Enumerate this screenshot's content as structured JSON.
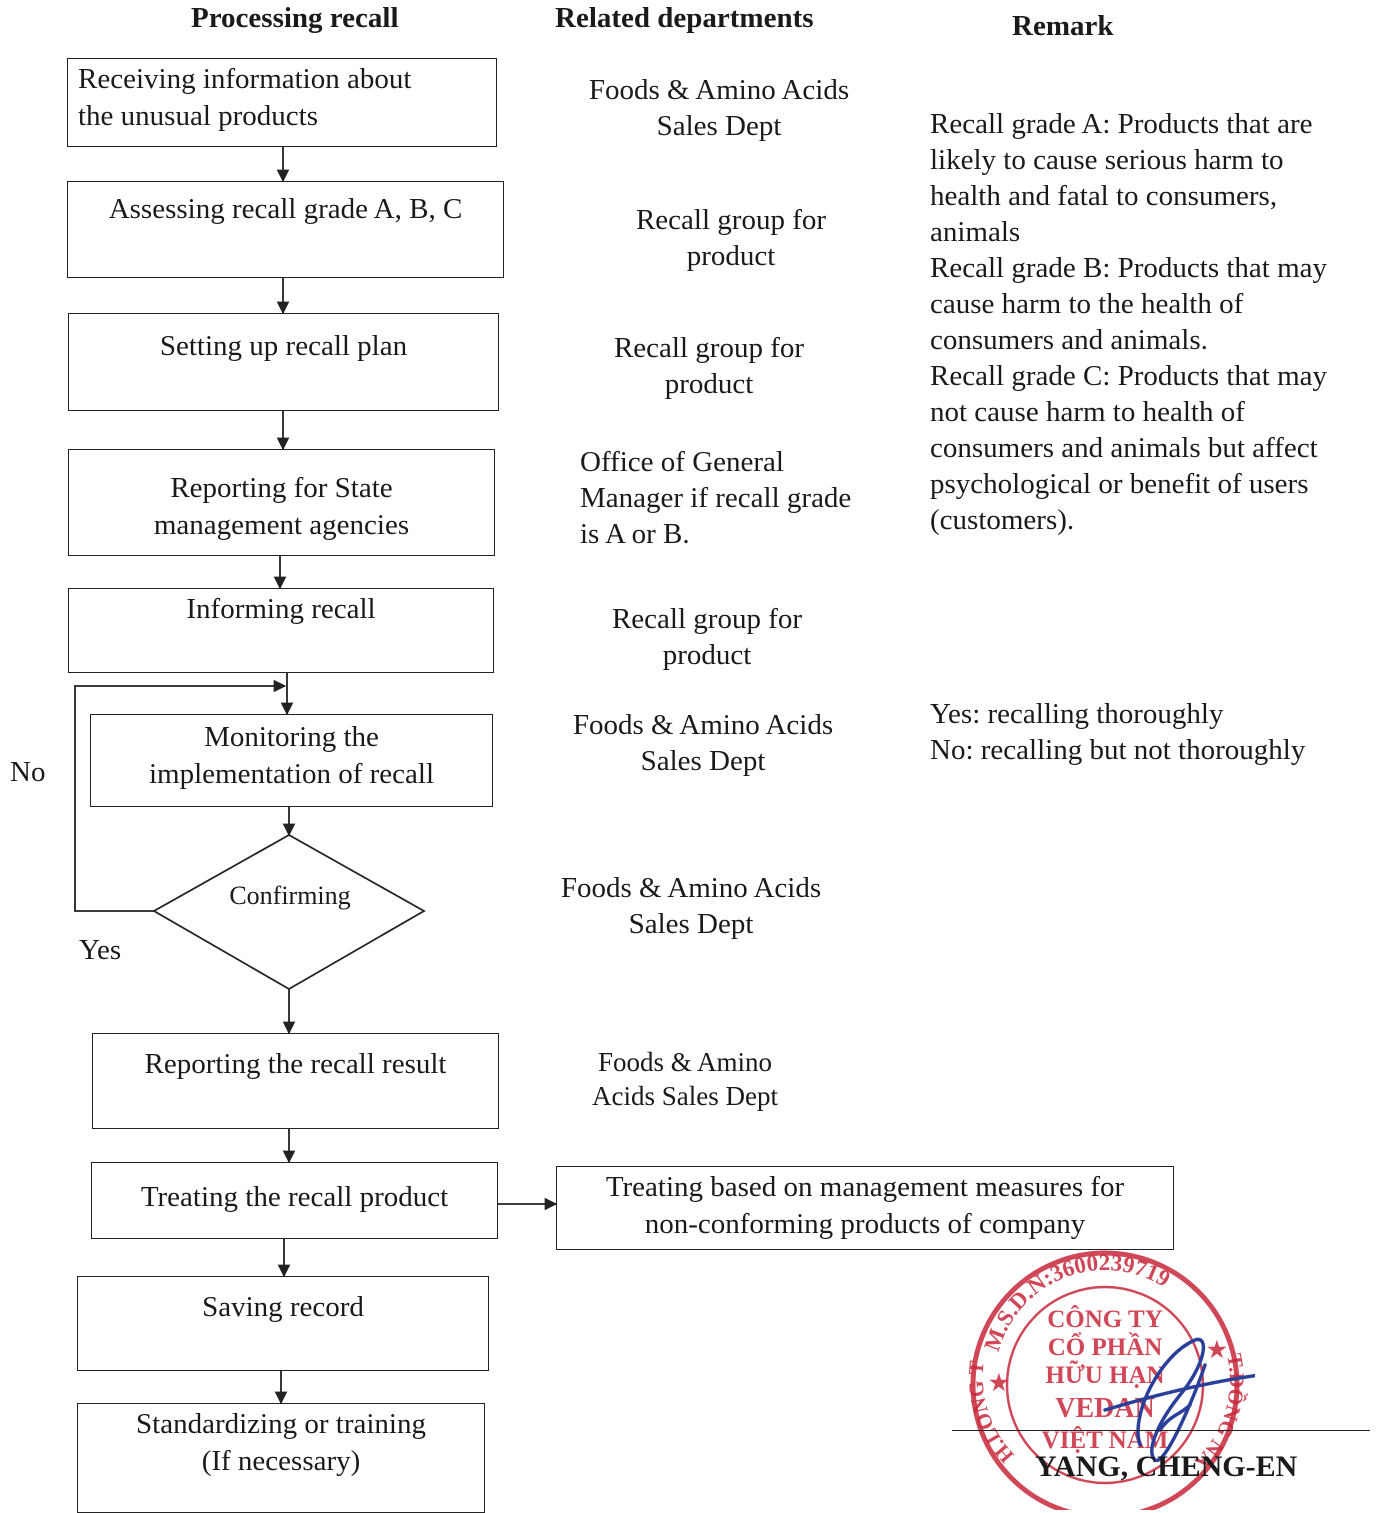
{
  "headers": {
    "process": "Processing recall",
    "departments": "Related departments",
    "remark": "Remark"
  },
  "steps": {
    "receiving": [
      "Receiving information about",
      "the unusual products"
    ],
    "assessing": [
      "Assessing recall grade A, B, C"
    ],
    "planning": [
      "Setting up recall plan"
    ],
    "reporting_state": [
      "Reporting for State",
      "management agencies"
    ],
    "informing": [
      "Informing recall"
    ],
    "monitoring": [
      "Monitoring the",
      "implementation of recall"
    ],
    "confirming": "Confirming",
    "reporting_result": [
      "Reporting the recall result"
    ],
    "treating": [
      "Treating the recall product"
    ],
    "treating_basis": [
      "Treating based on management measures for",
      "non-conforming products of company"
    ],
    "saving": [
      "Saving record"
    ],
    "standardizing": [
      "Standardizing or training",
      "(If necessary)"
    ]
  },
  "branch_labels": {
    "no": "No",
    "yes": "Yes"
  },
  "departments": {
    "d1": [
      "Foods & Amino Acids",
      "Sales Dept"
    ],
    "d2": [
      "Recall group for",
      "product"
    ],
    "d3": [
      "Recall group for",
      "product"
    ],
    "d4": [
      "Office of General",
      "Manager if recall grade",
      "is A or B."
    ],
    "d5": [
      "Recall group for",
      "product"
    ],
    "d6": [
      "Foods & Amino Acids",
      "Sales Dept"
    ],
    "d7": [
      "Foods & Amino Acids",
      "Sales Dept"
    ],
    "d8": [
      "Foods & Amino",
      "Acids Sales Dept"
    ]
  },
  "remarks": {
    "grades": [
      "Recall grade A: Products that are",
      "likely to cause serious harm to",
      "health and fatal to consumers,",
      "animals",
      "Recall grade B: Products that may",
      "cause harm to the health of",
      "consumers and animals.",
      "Recall grade C: Products that may",
      "not cause harm to health of",
      "consumers and animals but affect",
      "psychological or benefit of users",
      "(customers)."
    ],
    "confirm": [
      "Yes: recalling thoroughly",
      "No: recalling but not thoroughly"
    ]
  },
  "stamp": {
    "ring_top": "M.S.D.N:3600239719",
    "ring_left": "H.LONG THÀNH",
    "ring_right": "T.ĐỒNG NAI",
    "center": [
      "CÔNG TY",
      "CỔ PHẦN",
      "HỮU HẠN",
      "VEDAN",
      "VIỆT NAM"
    ],
    "color": "#c8283a"
  },
  "signature": {
    "name": "YANG, CHENG-EN",
    "ink_color": "#2a3f9a"
  }
}
